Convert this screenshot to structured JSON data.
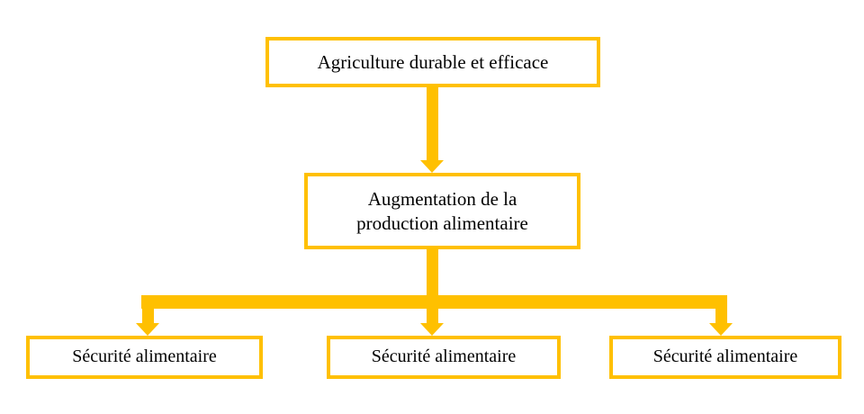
{
  "diagram": {
    "title": "Agriculture durable et efficace",
    "orientation": "top-down",
    "accent_color": "#FFC000",
    "box_fill": "#FFFFFF",
    "text_color": "#000000",
    "background": "#FFFFFF",
    "nodes": {
      "root": {
        "label": "Agriculture durable et efficace",
        "level": 0
      },
      "production": {
        "label": "Augmentation de la\nproduction alimentaire",
        "level": 1
      },
      "leaves": [
        {
          "label": "Sécurité alimentaire",
          "level": 2
        },
        {
          "label": "Sécurité alimentaire",
          "level": 2
        },
        {
          "label": "Sécurité alimentaire",
          "level": 2
        }
      ]
    },
    "connectors": [
      {
        "from": "root",
        "to": "production",
        "style": "arrow-down"
      },
      {
        "from": "production",
        "to": "leaves.0",
        "style": "arrow-down-branch"
      },
      {
        "from": "production",
        "to": "leaves.1",
        "style": "arrow-down-branch"
      },
      {
        "from": "production",
        "to": "leaves.2",
        "style": "arrow-down-branch"
      }
    ]
  }
}
